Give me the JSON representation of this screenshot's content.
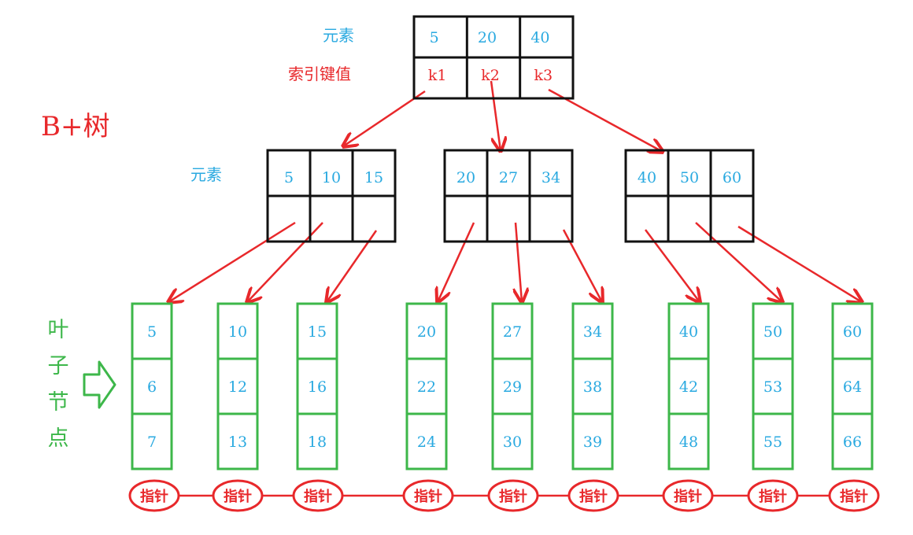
{
  "title": "B+树",
  "root": {
    "element_label": "元素",
    "key_label": "索引键值",
    "values": [
      "5",
      "20",
      "40"
    ],
    "keys": [
      "k1",
      "k2",
      "k3"
    ]
  },
  "internal": {
    "element_label": "元素",
    "nodes": [
      {
        "values": [
          "5",
          "10",
          "15"
        ]
      },
      {
        "values": [
          "20",
          "27",
          "34"
        ]
      },
      {
        "values": [
          "40",
          "50",
          "60"
        ]
      }
    ]
  },
  "leaf_label": [
    "叶",
    "子",
    "节",
    "点"
  ],
  "leaves": [
    {
      "values": [
        "5",
        "6",
        "7"
      ]
    },
    {
      "values": [
        "10",
        "12",
        "13"
      ]
    },
    {
      "values": [
        "15",
        "16",
        "18"
      ]
    },
    {
      "values": [
        "20",
        "22",
        "24"
      ]
    },
    {
      "values": [
        "27",
        "29",
        "30"
      ]
    },
    {
      "values": [
        "34",
        "38",
        "39"
      ]
    },
    {
      "values": [
        "40",
        "42",
        "48"
      ]
    },
    {
      "values": [
        "50",
        "53",
        "55"
      ]
    },
    {
      "values": [
        "60",
        "64",
        "66"
      ]
    }
  ],
  "pointer_label": "指针",
  "colors": {
    "blue_text": "#29a9e0",
    "red": "#e8282b",
    "green": "#3db74a",
    "black": "#111111"
  }
}
